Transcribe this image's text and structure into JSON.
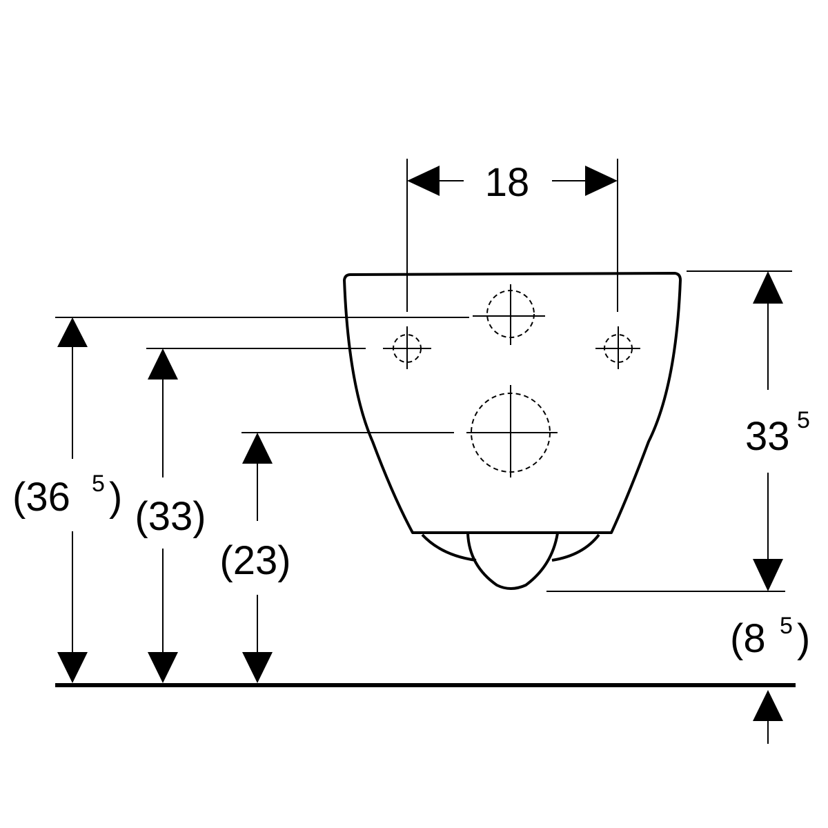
{
  "dimensions": {
    "top_width": "18",
    "left_outer": {
      "open": "(",
      "main": "36",
      "sup": "5",
      "close": ")"
    },
    "left_middle": "(33)",
    "left_inner": "(23)",
    "right_height": {
      "main": "33",
      "sup": "5"
    },
    "bottom_right": {
      "open": "(",
      "main": "8",
      "sup": "5",
      "close": ")"
    }
  },
  "colors": {
    "line": "#000000",
    "background": "#ffffff"
  }
}
